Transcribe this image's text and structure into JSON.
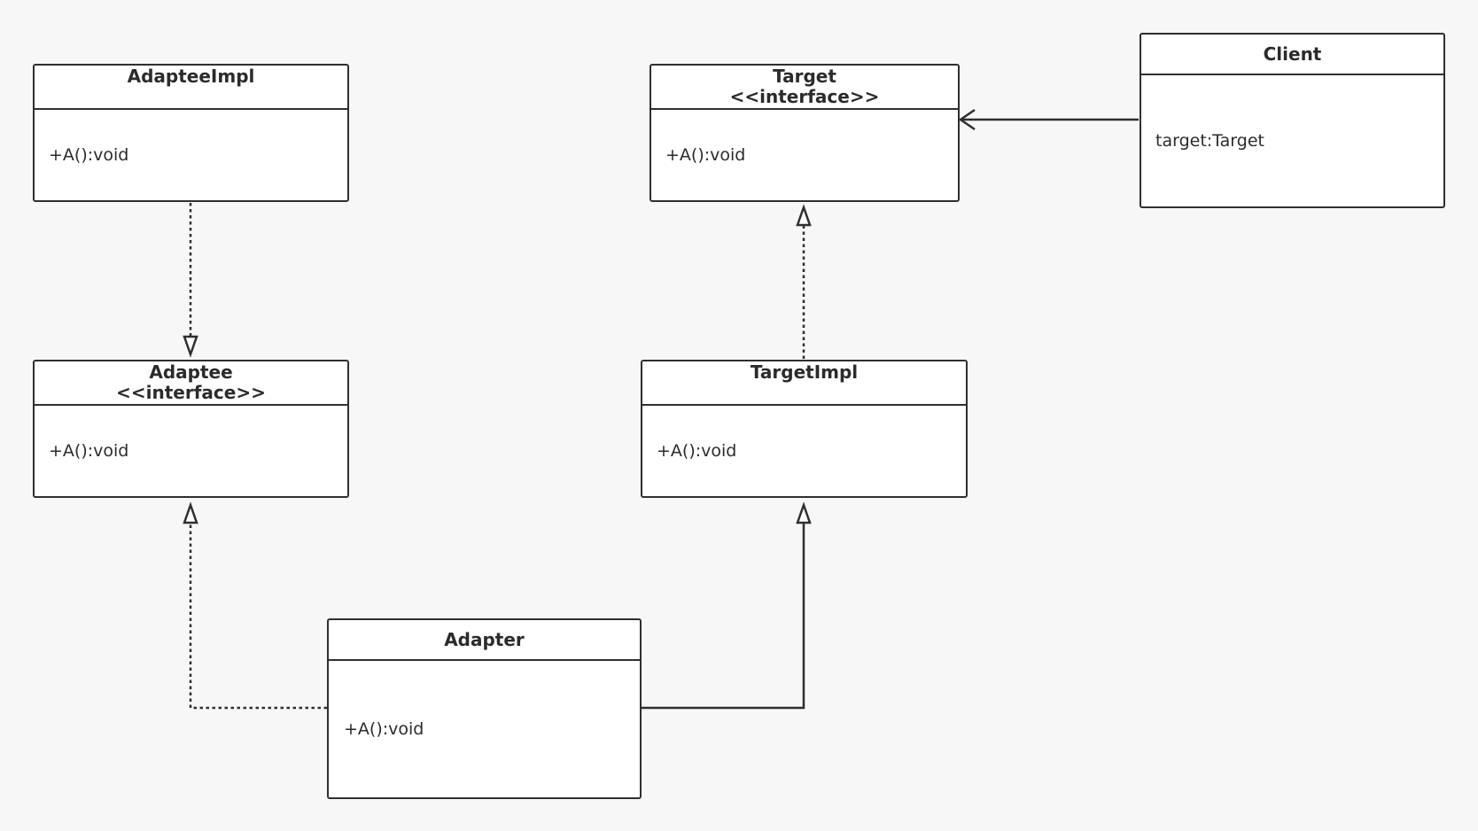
{
  "classes": {
    "adaptee_impl": {
      "name": "AdapteeImpl",
      "stereotype": "",
      "members": [
        "+A():void"
      ]
    },
    "target": {
      "name": "Target",
      "stereotype": "<<interface>>",
      "members": [
        "+A():void"
      ]
    },
    "client": {
      "name": "Client",
      "stereotype": "",
      "members": [
        "target:Target"
      ]
    },
    "adaptee": {
      "name": "Adaptee",
      "stereotype": "<<interface>>",
      "members": [
        "+A():void"
      ]
    },
    "target_impl": {
      "name": "TargetImpl",
      "stereotype": "",
      "members": [
        "+A():void"
      ]
    },
    "adapter": {
      "name": "Adapter",
      "stereotype": "",
      "members": [
        "+A():void"
      ]
    }
  },
  "relations": [
    {
      "from": "adaptee_impl",
      "to": "adaptee",
      "kind": "realization"
    },
    {
      "from": "target_impl",
      "to": "target",
      "kind": "realization"
    },
    {
      "from": "client",
      "to": "target",
      "kind": "association"
    },
    {
      "from": "adapter",
      "to": "adaptee",
      "kind": "realization"
    },
    {
      "from": "adapter",
      "to": "target_impl",
      "kind": "inheritance"
    }
  ],
  "colors": {
    "background": "#f7f7f7",
    "stroke": "#2f2f2f",
    "box_fill": "#ffffff"
  }
}
